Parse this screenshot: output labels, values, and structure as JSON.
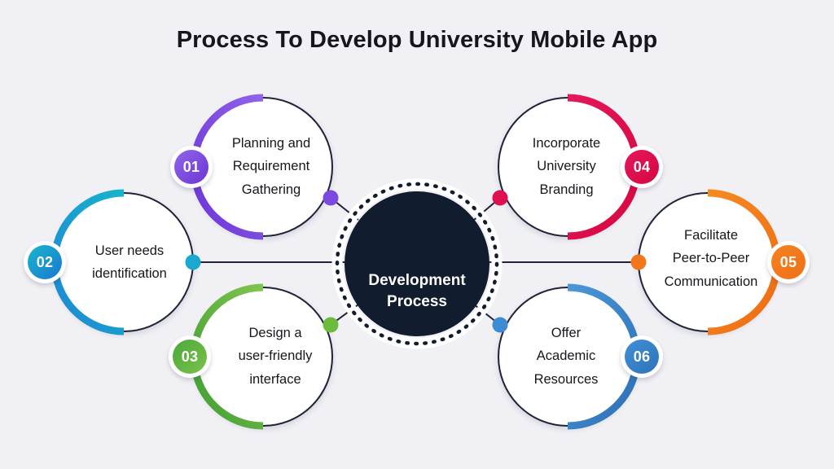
{
  "background_color": "#f1f1f5",
  "header": {
    "title": "Process To Develop University Mobile App"
  },
  "center": {
    "label": "Development\nProcess",
    "background_color": "#111c2f",
    "illustration_name": "developer-at-laptop-illustration",
    "ring_style": "dotted",
    "ring_color": "#111c2f"
  },
  "nodes": [
    {
      "number": "01",
      "label": "Planning and\nRequirement\nGathering",
      "color": "#7b49e0",
      "badge_side": "left",
      "connector_dot_color": "#7b49e0"
    },
    {
      "number": "02",
      "label": "User needs\nidentification",
      "color": "#1aa7d0",
      "badge_side": "left",
      "connector_dot_color": "#1aa7d0"
    },
    {
      "number": "03",
      "label": "Design a\nuser-friendly\ninterface",
      "color": "#6cbb3c",
      "badge_side": "left",
      "connector_dot_color": "#6cbb3c"
    },
    {
      "number": "04",
      "label": "Incorporate\nUniversity\nBranding",
      "color": "#e01050",
      "badge_side": "right",
      "connector_dot_color": "#e01050"
    },
    {
      "number": "05",
      "label": "Facilitate\nPeer-to-Peer\nCommunication",
      "color": "#f2761b",
      "badge_side": "right",
      "connector_dot_color": "#f2761b"
    },
    {
      "number": "06",
      "label": "Offer\nAcademic\nResources",
      "color": "#3d8bd4",
      "badge_side": "right",
      "connector_dot_color": "#3d8bd4"
    }
  ],
  "connector_line_color": "#1f2339"
}
